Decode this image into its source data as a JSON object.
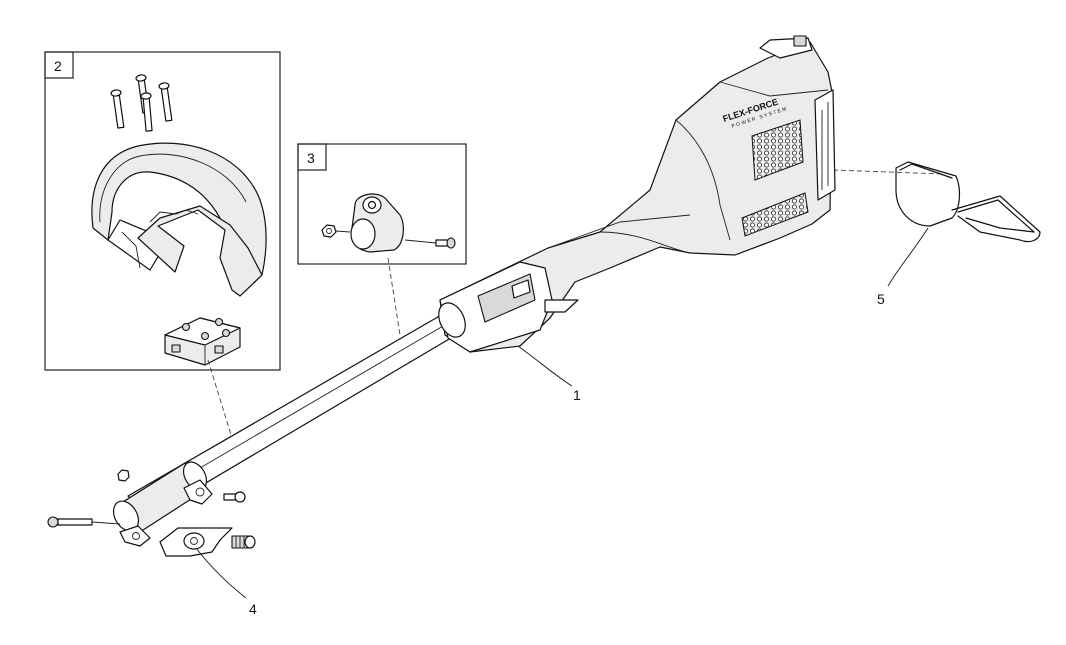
{
  "callouts": {
    "part1": "1",
    "part2": "2",
    "part3": "3",
    "part4": "4",
    "part5": "5"
  },
  "brand": {
    "logo": "FLEX-FORCE",
    "subtitle": "POWER SYSTEM"
  },
  "icons": {
    "honeycomb_vent": "vent-grille-icon",
    "trigger": "trigger-icon"
  }
}
